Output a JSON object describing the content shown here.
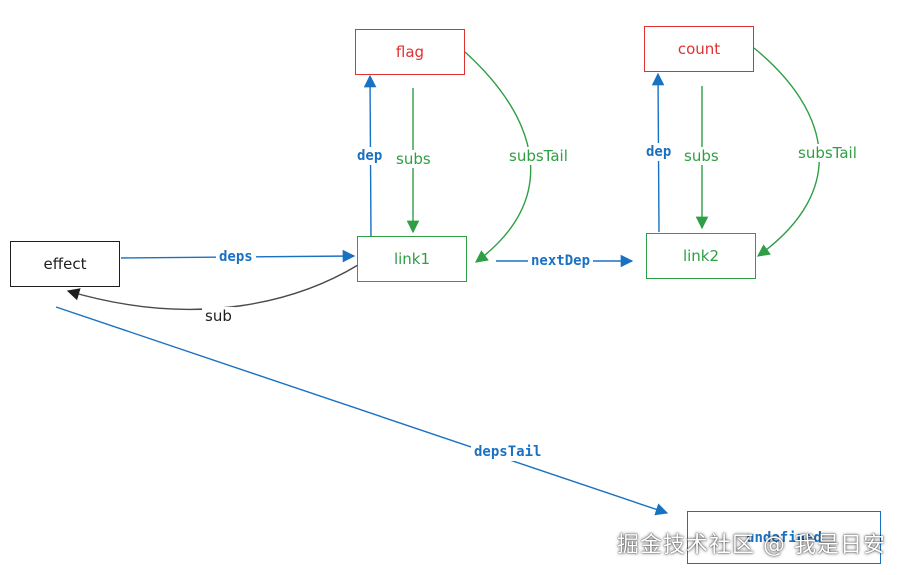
{
  "nodes": {
    "effect": "effect",
    "flag": "flag",
    "count": "count",
    "link1": "link1",
    "link2": "link2",
    "undefined": "undefined"
  },
  "edges": {
    "deps": "deps",
    "sub": "sub",
    "flag_dep": "dep",
    "flag_subs": "subs",
    "flag_subsTail": "subsTail",
    "count_dep": "dep",
    "count_subs": "subs",
    "count_subsTail": "subsTail",
    "nextDep": "nextDep",
    "depsTail": "depsTail"
  },
  "colors": {
    "blue": "#1971c2",
    "green": "#2f9e44",
    "red": "#e03131",
    "black": "#1e1e1e"
  },
  "watermark": "掘金技术社区 @ 我是日安"
}
